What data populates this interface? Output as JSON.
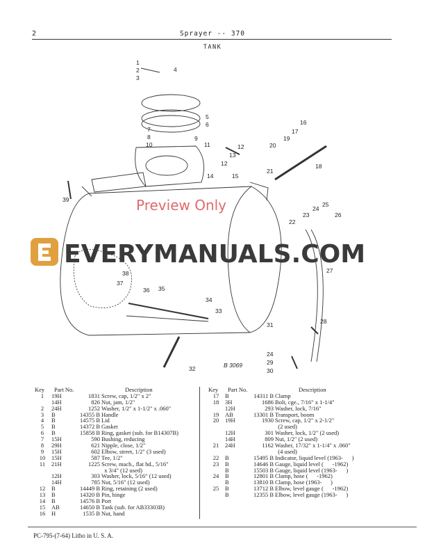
{
  "header": {
    "page_number": "2",
    "title": "Sprayer -- 370",
    "section": "TANK"
  },
  "diagram": {
    "figure_id": "B 3069",
    "callouts": [
      "1",
      "2",
      "3",
      "4",
      "5",
      "6",
      "7",
      "8",
      "9",
      "10",
      "11",
      "12",
      "13",
      "12",
      "14",
      "15",
      "16",
      "17",
      "18",
      "19",
      "20",
      "21",
      "22",
      "23",
      "24",
      "25",
      "26",
      "27",
      "28",
      "24",
      "29",
      "30",
      "31",
      "32",
      "33",
      "34",
      "35",
      "36",
      "37",
      "38",
      "39"
    ],
    "watermark": {
      "brand": "EVERYMANUALS.COM",
      "stamp": "Preview Only",
      "brand_color": "#3a3a3a",
      "stamp_color": "#e06a6a",
      "logo_color": "#e0a040"
    }
  },
  "parts_table": {
    "columns": {
      "key": "Key",
      "part_no": "Part No.",
      "description": "Description"
    },
    "left": [
      {
        "key": "1",
        "series": "19H",
        "number": "1831",
        "desc": "Screw, cap, 1/2\" x 2\""
      },
      {
        "key": "",
        "series": "14H",
        "number": "826",
        "desc": "Nut, jam, 1/2\""
      },
      {
        "key": "2",
        "series": "24H",
        "number": "1252",
        "desc": "Washer, 1/2\" x 1-1/2\" x .060\""
      },
      {
        "key": "3",
        "series": "B",
        "number": "14355 B",
        "desc": "Handle"
      },
      {
        "key": "4",
        "series": "B",
        "number": "14575 B",
        "desc": "Lid"
      },
      {
        "key": "5",
        "series": "B",
        "number": "14372 B",
        "desc": "Gasket"
      },
      {
        "key": "6",
        "series": "B",
        "number": "15858 B",
        "desc": "Ring, gasket (sub. for B14307B)"
      },
      {
        "key": "7",
        "series": "15H",
        "number": "590",
        "desc": "Bushing, reducing"
      },
      {
        "key": "8",
        "series": "29H",
        "number": "621",
        "desc": "Nipple, close, 1/2\""
      },
      {
        "key": "9",
        "series": "15H",
        "number": "602",
        "desc": "Elbow, street, 1/2\" (3 used)"
      },
      {
        "key": "10",
        "series": "15H",
        "number": "587",
        "desc": "Tee, 1/2\""
      },
      {
        "key": "11",
        "series": "21H",
        "number": "1225",
        "desc": "Screw, mach., flat hd., 5/16\""
      },
      {
        "key": "",
        "series": "",
        "number": "",
        "desc": "  x 3/4\" (12 used)"
      },
      {
        "key": "",
        "series": "12H",
        "number": "303",
        "desc": "Washer, lock, 5/16\" (12 used)"
      },
      {
        "key": "",
        "series": "14H",
        "number": "785",
        "desc": "Nut, 5/16\" (12 used)"
      },
      {
        "key": "12",
        "series": "B",
        "number": "14449 B",
        "desc": "Ring, retaining (2 used)"
      },
      {
        "key": "13",
        "series": "B",
        "number": "14320 B",
        "desc": "Pin, hinge"
      },
      {
        "key": "14",
        "series": "B",
        "number": "14576 B",
        "desc": "Port"
      },
      {
        "key": "15",
        "series": "AB",
        "number": "14650 B",
        "desc": "Tank (sub. for AB33303B)"
      },
      {
        "key": "16",
        "series": "H",
        "number": "1535 B",
        "desc": "Nut, hand"
      }
    ],
    "right": [
      {
        "key": "17",
        "series": "B",
        "number": "14311 B",
        "desc": "Clamp"
      },
      {
        "key": "18",
        "series": "3H",
        "number": "1686",
        "desc": "Bolt, cge., 7/16\" x 1-1/4\""
      },
      {
        "key": "",
        "series": "12H",
        "number": "293",
        "desc": "Washer, lock, 7/16\""
      },
      {
        "key": "19",
        "series": "AB",
        "number": "13301 B",
        "desc": "Transport, boom"
      },
      {
        "key": "20",
        "series": "19H",
        "number": "1930",
        "desc": "Screw, cap, 1/2\" x 2-1/2\""
      },
      {
        "key": "",
        "series": "",
        "number": "",
        "desc": "  (2 used)"
      },
      {
        "key": "",
        "series": "12H",
        "number": "301",
        "desc": "Washer, lock, 1/2\" (2 used)"
      },
      {
        "key": "",
        "series": "14H",
        "number": "809",
        "desc": "Nut, 1/2\" (2 used)"
      },
      {
        "key": "21",
        "series": "24H",
        "number": "1162",
        "desc": "Washer, 17/32\" x 1-1/4\" x .060\""
      },
      {
        "key": "",
        "series": "",
        "number": "",
        "desc": "  (4 used)"
      },
      {
        "key": "22",
        "series": "B",
        "number": "15495 B",
        "desc": "Indicator, liquid level (1963-      )"
      },
      {
        "key": "23",
        "series": "B",
        "number": "14646 B",
        "desc": "Gauge, liquid level (      -1962)"
      },
      {
        "key": "",
        "series": "B",
        "number": "15503 B",
        "desc": "Gauge, liquid level (1963-      )"
      },
      {
        "key": "24",
        "series": "B",
        "number": "12801 B",
        "desc": "Clamp, hose (      -1962)"
      },
      {
        "key": "",
        "series": "B",
        "number": "13810 B",
        "desc": "Clamp, hose (1963-      )"
      },
      {
        "key": "25",
        "series": "B",
        "number": "13712 B",
        "desc": "Elbow, level gauge (      -1962)"
      },
      {
        "key": "",
        "series": "B",
        "number": "12355 B",
        "desc": "Elbow, level gauge (1963-      )"
      }
    ]
  },
  "footer": {
    "text": "PC-795-(7-64)  Litho in U. S. A."
  }
}
